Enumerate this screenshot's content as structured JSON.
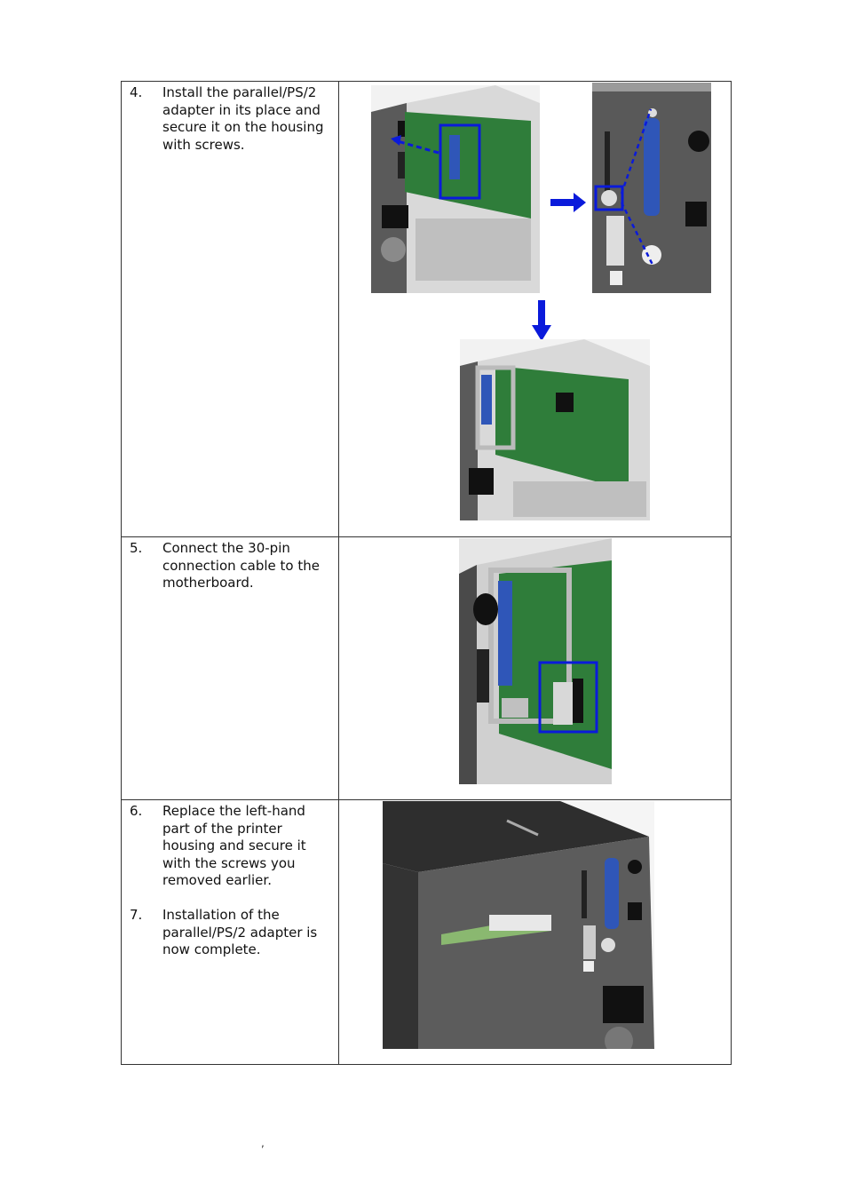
{
  "steps": [
    {
      "num": "4.",
      "text": "Install the parallel/PS/2 adapter in its place and secure it on the housing with screws."
    },
    {
      "num": "5.",
      "text": "Connect the 30-pin connection cable to the motherboard."
    },
    {
      "num": "6.",
      "text": "Replace the left-hand part of the printer housing and secure it with the screws you removed earlier."
    },
    {
      "num": "7.",
      "text": "Installation of the parallel/PS/2 adapter is now complete."
    }
  ],
  "footer": {
    "mark": ","
  },
  "colors": {
    "board": "#2f7d3a",
    "adapter": "#2f56b8",
    "highlight": "#0a1adb",
    "housing": "#3c3c3c",
    "frame": "#c8c8c8"
  }
}
